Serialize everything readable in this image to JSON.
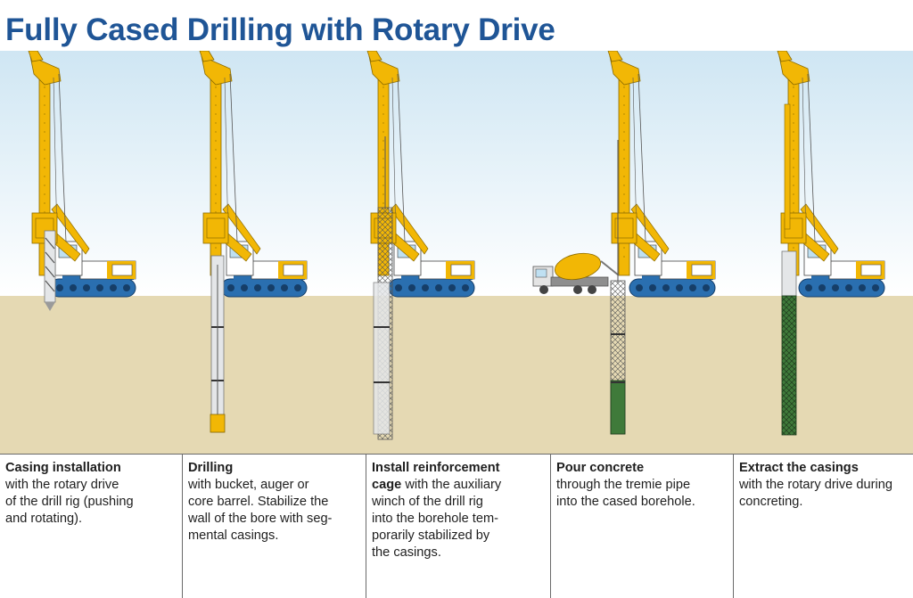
{
  "title": "Fully Cased Drilling with Rotary Drive",
  "colors": {
    "title": "#1f5596",
    "sky_top": "#cfe6f3",
    "ground": "#e5d9b3",
    "rig_yellow": "#f2b705",
    "carrier_blue": "#2a6fb0",
    "casing_grey": "#e4e6e8",
    "concrete_green": "#3f7a3a",
    "truck_grey": "#8e8e8e"
  },
  "scene": {
    "steps": [
      {
        "name": "casing-installation",
        "icon": "drill-rig-icon"
      },
      {
        "name": "drilling",
        "icon": "drill-rig-icon"
      },
      {
        "name": "install-reinforcement-cage",
        "icon": "drill-rig-icon"
      },
      {
        "name": "pour-concrete",
        "icon": "drill-rig-icon",
        "extra_icon": "concrete-mixer-truck-icon"
      },
      {
        "name": "extract-the-casings",
        "icon": "drill-rig-icon"
      }
    ]
  },
  "captions": [
    {
      "head_lines": [
        "Casing installation"
      ],
      "body_lines": [
        "with the rotary drive",
        "of the drill rig (pushing",
        "and rotating)."
      ]
    },
    {
      "head_lines": [
        "Drilling"
      ],
      "body_lines": [
        "with bucket, auger or",
        "core barrel. Stabilize the",
        "wall of the bore with seg-",
        "mental casings."
      ]
    },
    {
      "head_lines": [
        "Install reinforcement",
        "cage"
      ],
      "inline_body": " with the auxiliary",
      "body_lines": [
        "winch of the drill rig",
        "into the borehole tem-",
        "porarily stabilized by",
        "the casings."
      ]
    },
    {
      "head_lines": [
        "Pour concrete"
      ],
      "body_lines": [
        "through the tremie pipe",
        "into the cased borehole."
      ]
    },
    {
      "head_lines": [
        "Extract the casings"
      ],
      "body_lines": [
        "with the rotary drive during",
        "concreting."
      ]
    }
  ]
}
